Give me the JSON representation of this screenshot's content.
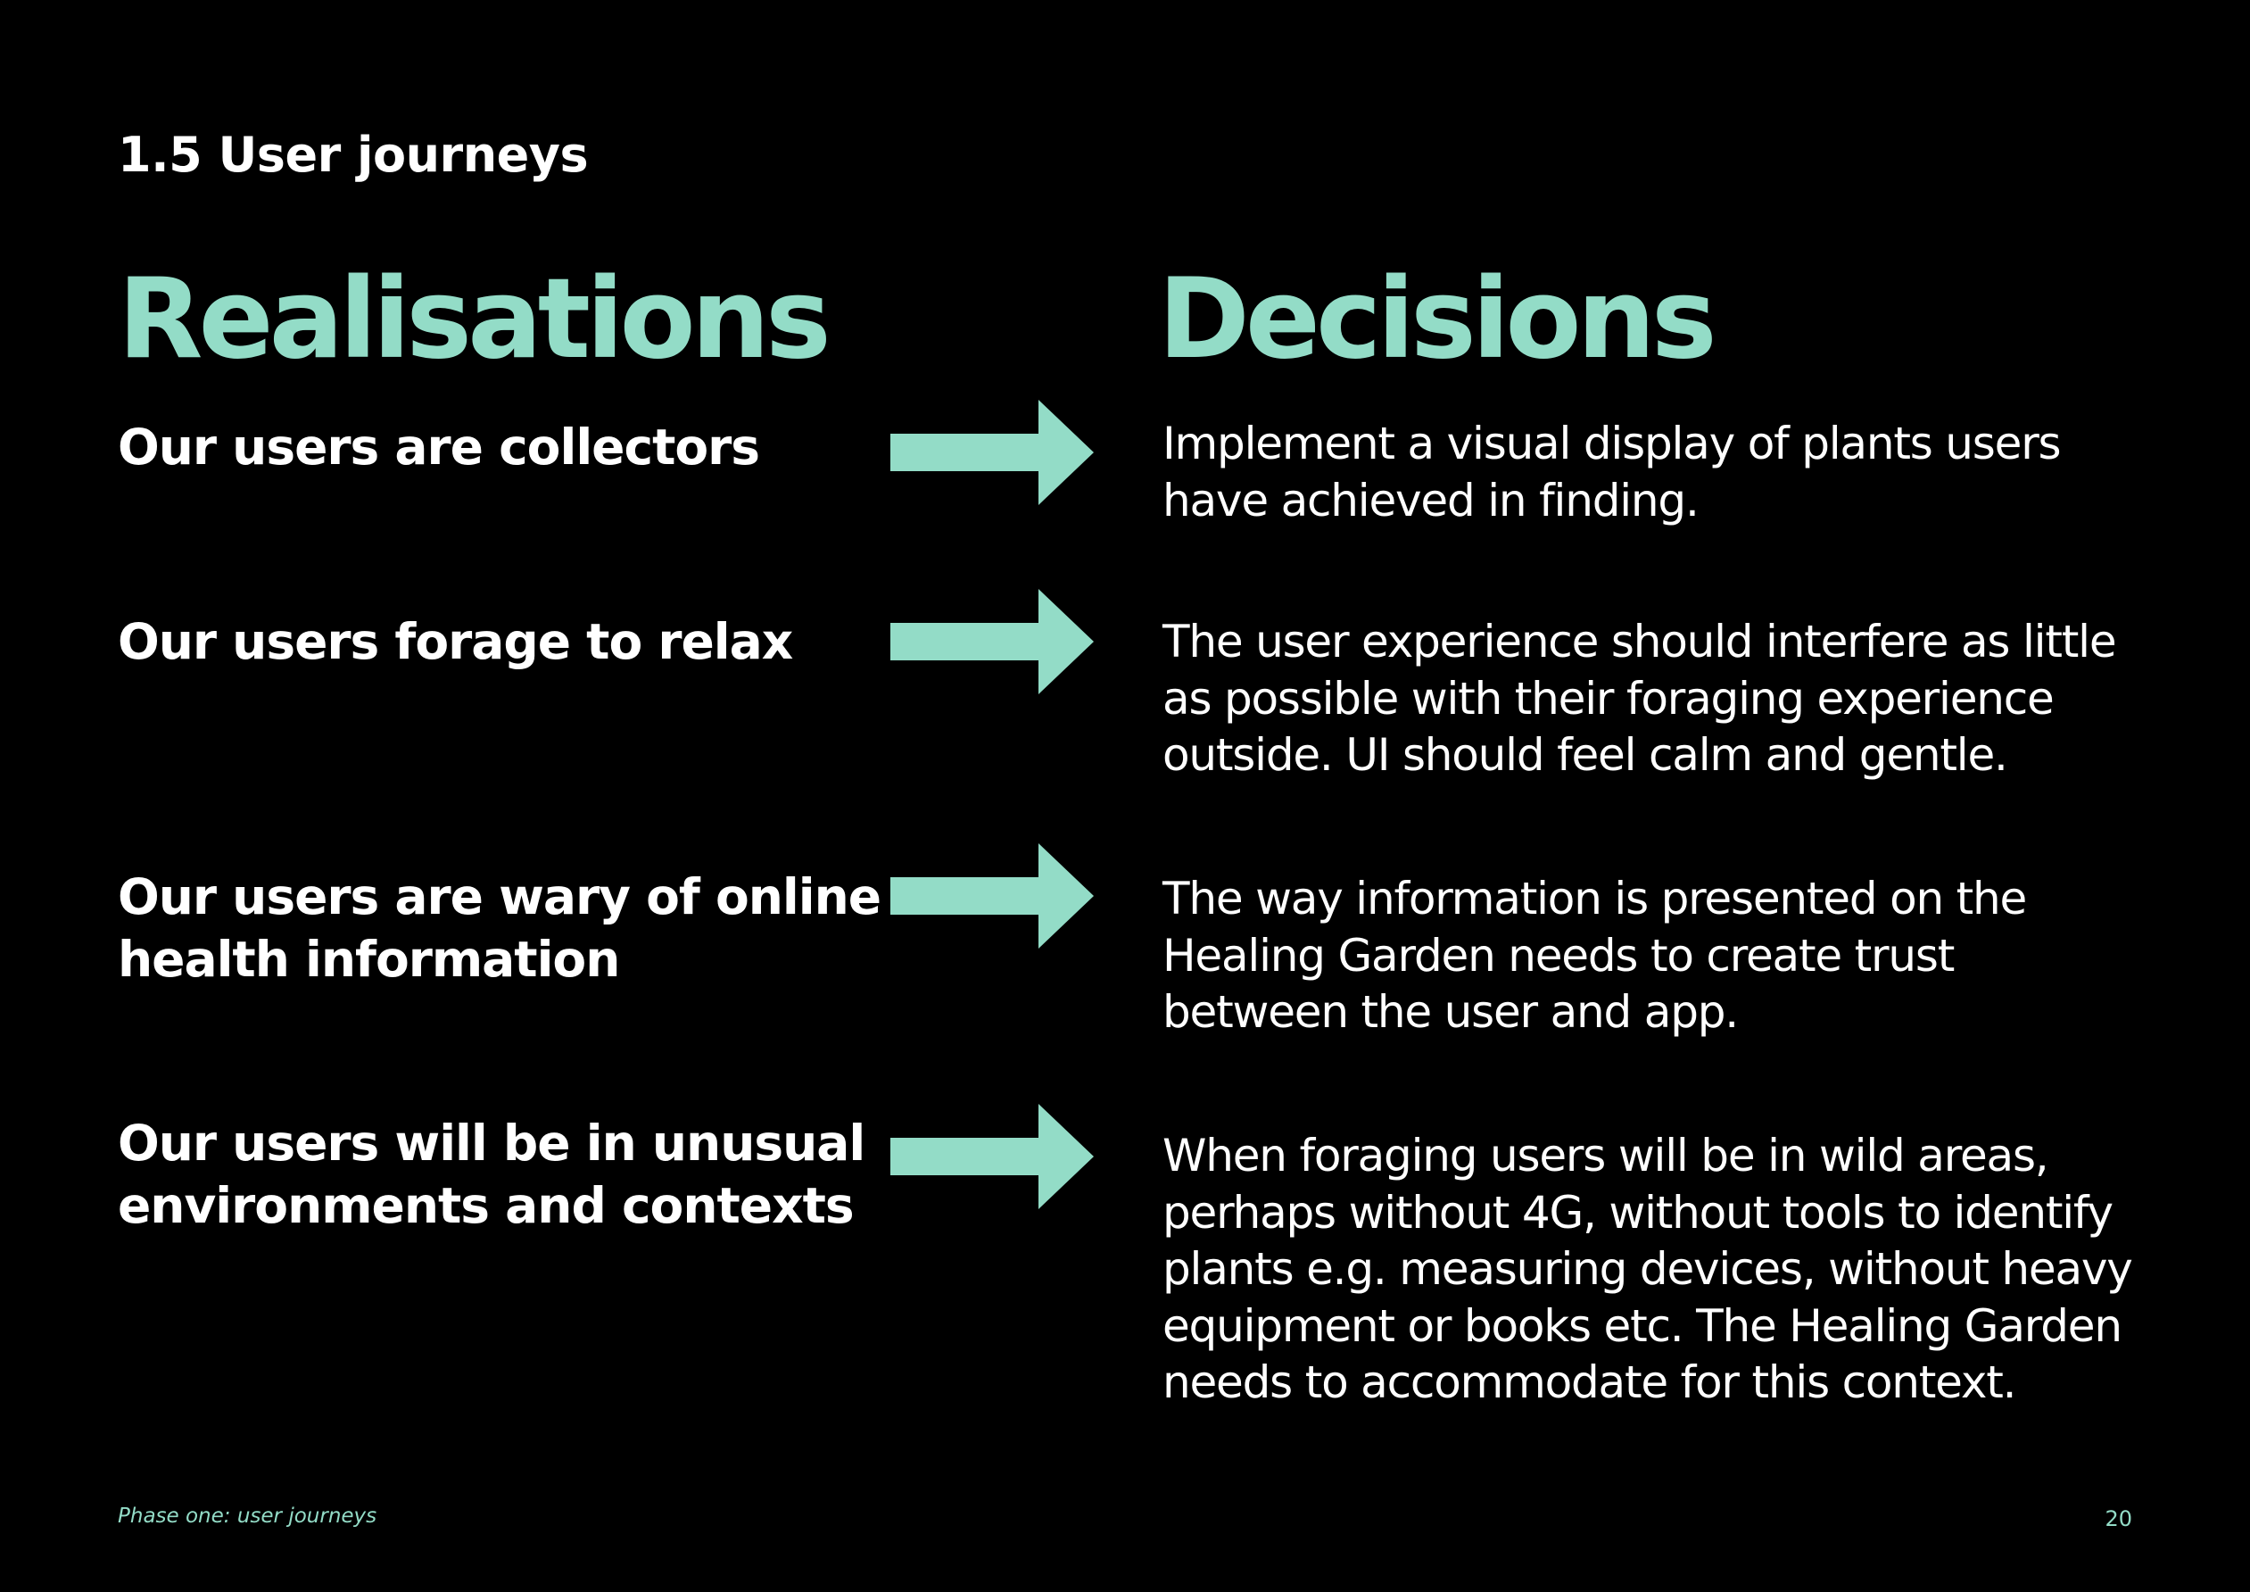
{
  "section_label": "1.5 User journeys",
  "headings": {
    "left": "Realisations",
    "right": "Decisions"
  },
  "rows": [
    {
      "realisation": "Our users are collectors",
      "decision": "Implement a visual display of plants users have achieved in finding."
    },
    {
      "realisation": "Our users forage to relax",
      "decision": "The user experience should interfere as little as possible with their foraging experience outside. UI should feel calm and gentle."
    },
    {
      "realisation": "Our users are wary of online health information",
      "decision": "The way information is presented on the Healing Garden needs to create trust between the user and app."
    },
    {
      "realisation": "Our users will be in unusual environments and contexts",
      "decision": "When foraging users will be in wild areas, perhaps without 4G, without tools to identify plants e.g. measuring devices, without heavy equipment or books etc. The Healing Garden needs to accommodate for this context."
    }
  ],
  "arrow_icon": "arrow-right-icon",
  "colors": {
    "background": "#000000",
    "accent": "#93dcc7",
    "text": "#ffffff"
  },
  "footer": {
    "left": "Phase one: user journeys",
    "page_number": "20"
  }
}
